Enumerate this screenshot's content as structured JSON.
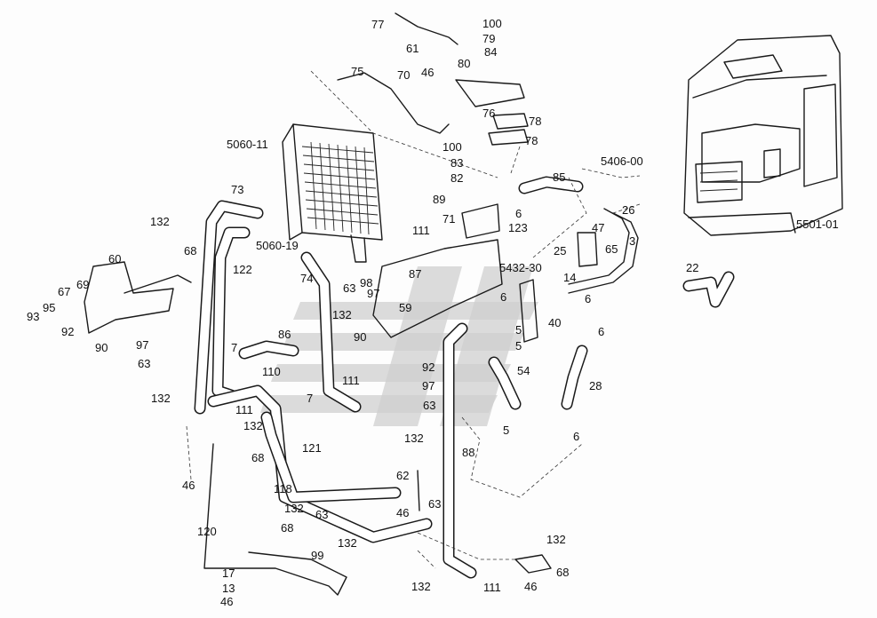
{
  "diagram": {
    "references": [
      {
        "id": "ref-5060-11",
        "text": "5060-11"
      },
      {
        "id": "ref-5060-19",
        "text": "5060-19"
      },
      {
        "id": "ref-5406-00",
        "text": "5406-00"
      },
      {
        "id": "ref-5432-30",
        "text": "5432-30"
      },
      {
        "id": "ref-5501-01",
        "text": "5501-01"
      }
    ],
    "callouts": [
      "77",
      "100",
      "79",
      "84",
      "80",
      "61",
      "75",
      "70",
      "46",
      "76",
      "78",
      "78",
      "100",
      "83",
      "82",
      "73",
      "85",
      "89",
      "71",
      "6",
      "123",
      "26",
      "47",
      "25",
      "65",
      "3",
      "111",
      "132",
      "68",
      "60",
      "122",
      "63",
      "98",
      "87",
      "59",
      "132",
      "6",
      "67",
      "69",
      "95",
      "93",
      "92",
      "90",
      "97",
      "63",
      "132",
      "7",
      "86",
      "90",
      "110",
      "111",
      "92",
      "97",
      "63",
      "132",
      "7",
      "111",
      "132",
      "68",
      "46",
      "121",
      "118",
      "62",
      "46",
      "63",
      "132",
      "63",
      "68",
      "132",
      "99",
      "120",
      "17",
      "13",
      "46",
      "132",
      "111",
      "88",
      "132",
      "68",
      "46",
      "5",
      "6",
      "54",
      "28",
      "40",
      "6",
      "5",
      "14",
      "6",
      "22",
      "74",
      "97",
      "5"
    ]
  }
}
